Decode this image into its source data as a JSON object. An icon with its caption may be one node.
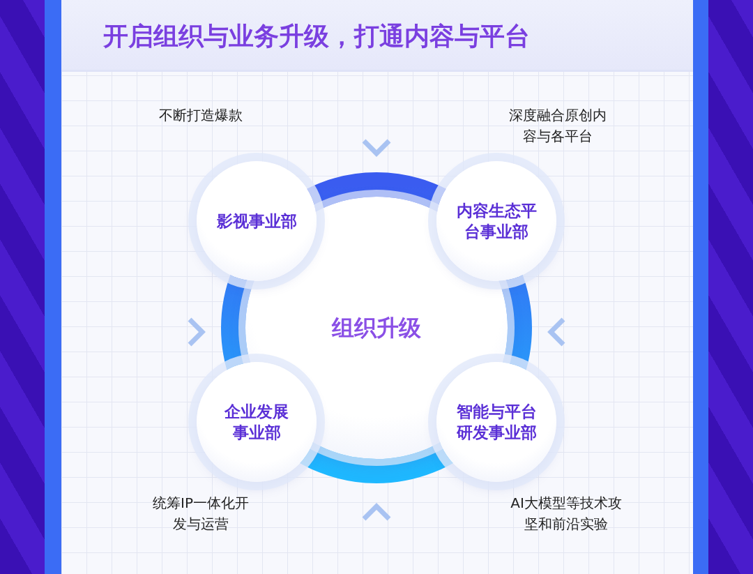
{
  "diagram": {
    "title": "开启组织与业务升级，打通内容与平台",
    "nodes": [
      {
        "text": [
          "组织升级"
        ]
      },
      {
        "text": [
          "影视事业部"
        ],
        "beside": [
          "不断打造爆款"
        ]
      },
      {
        "text": [
          "内容生态平台事业部"
        ],
        "beside": [
          "深度融合原创内容与各平台"
        ]
      },
      {
        "text": [
          "企业发展事业部"
        ],
        "beside": [
          "统筹IP一体化开发与运营"
        ]
      },
      {
        "text": [
          "智能与平台研发事业部"
        ],
        "beside": [
          "AI大模型等技术攻坚和前沿实验"
        ]
      }
    ]
  }
}
